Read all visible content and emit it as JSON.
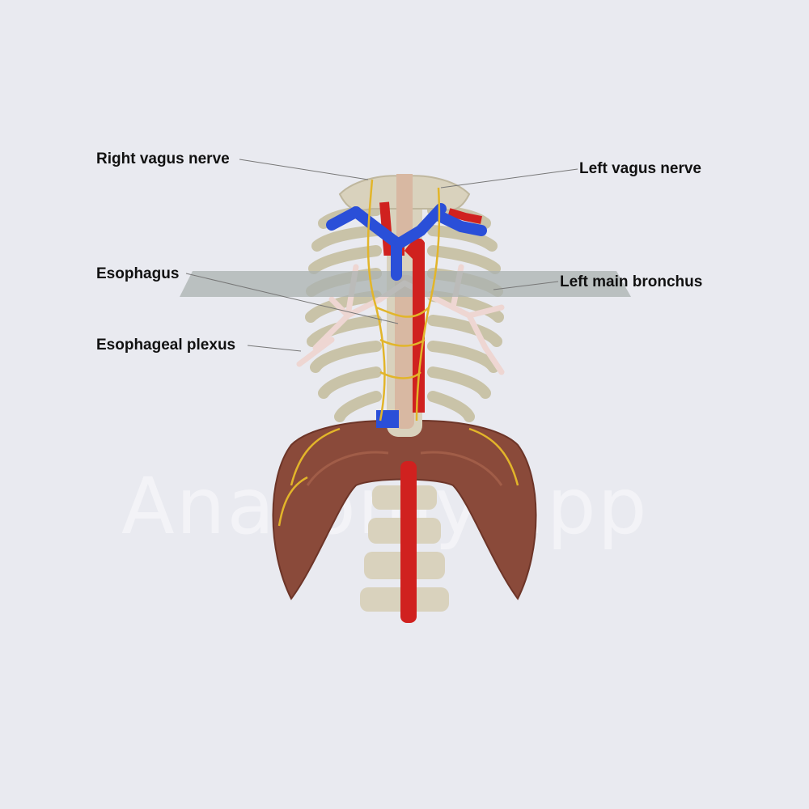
{
  "labels": {
    "right_vagus": "Right vagus nerve",
    "left_vagus": "Left vagus nerve",
    "esophagus": "Esophagus",
    "left_main_bronchus": "Left main bronchus",
    "esophageal_plexus": "Esophageal plexus"
  },
  "watermark": "Anatomy.app",
  "colors": {
    "background": "#e9eaf0",
    "bone": "#d9d2bd",
    "rib": "#c9c3a8",
    "artery": "#d0211f",
    "vein": "#2a4fd8",
    "nerve": "#e2b52a",
    "diaphragm": "#8a4a3a",
    "bronchus": "#eed6d2",
    "plane": "#aab2b0",
    "esophagus": "#d8b8a2"
  },
  "icons": [
    "anatomy-diagram"
  ]
}
